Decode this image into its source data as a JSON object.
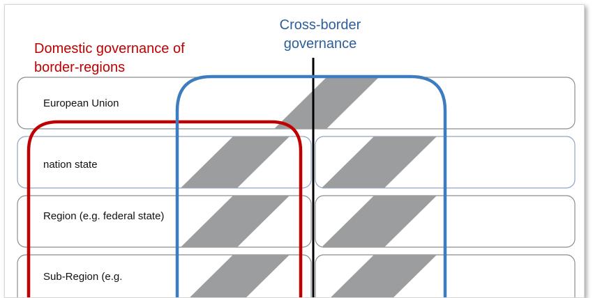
{
  "labels": {
    "domestic": "Domestic governance of border-regions",
    "cross_border": "Cross-border governance"
  },
  "levels": [
    "European Union",
    "nation state",
    "Region (e.g. federal state)",
    "Sub-Region (e.g."
  ],
  "colors": {
    "domestic_outline": "#c00000",
    "cross_border_outline": "#3d7dbf",
    "overlap_fill": "#9b9d9f",
    "axis": "#000000"
  }
}
